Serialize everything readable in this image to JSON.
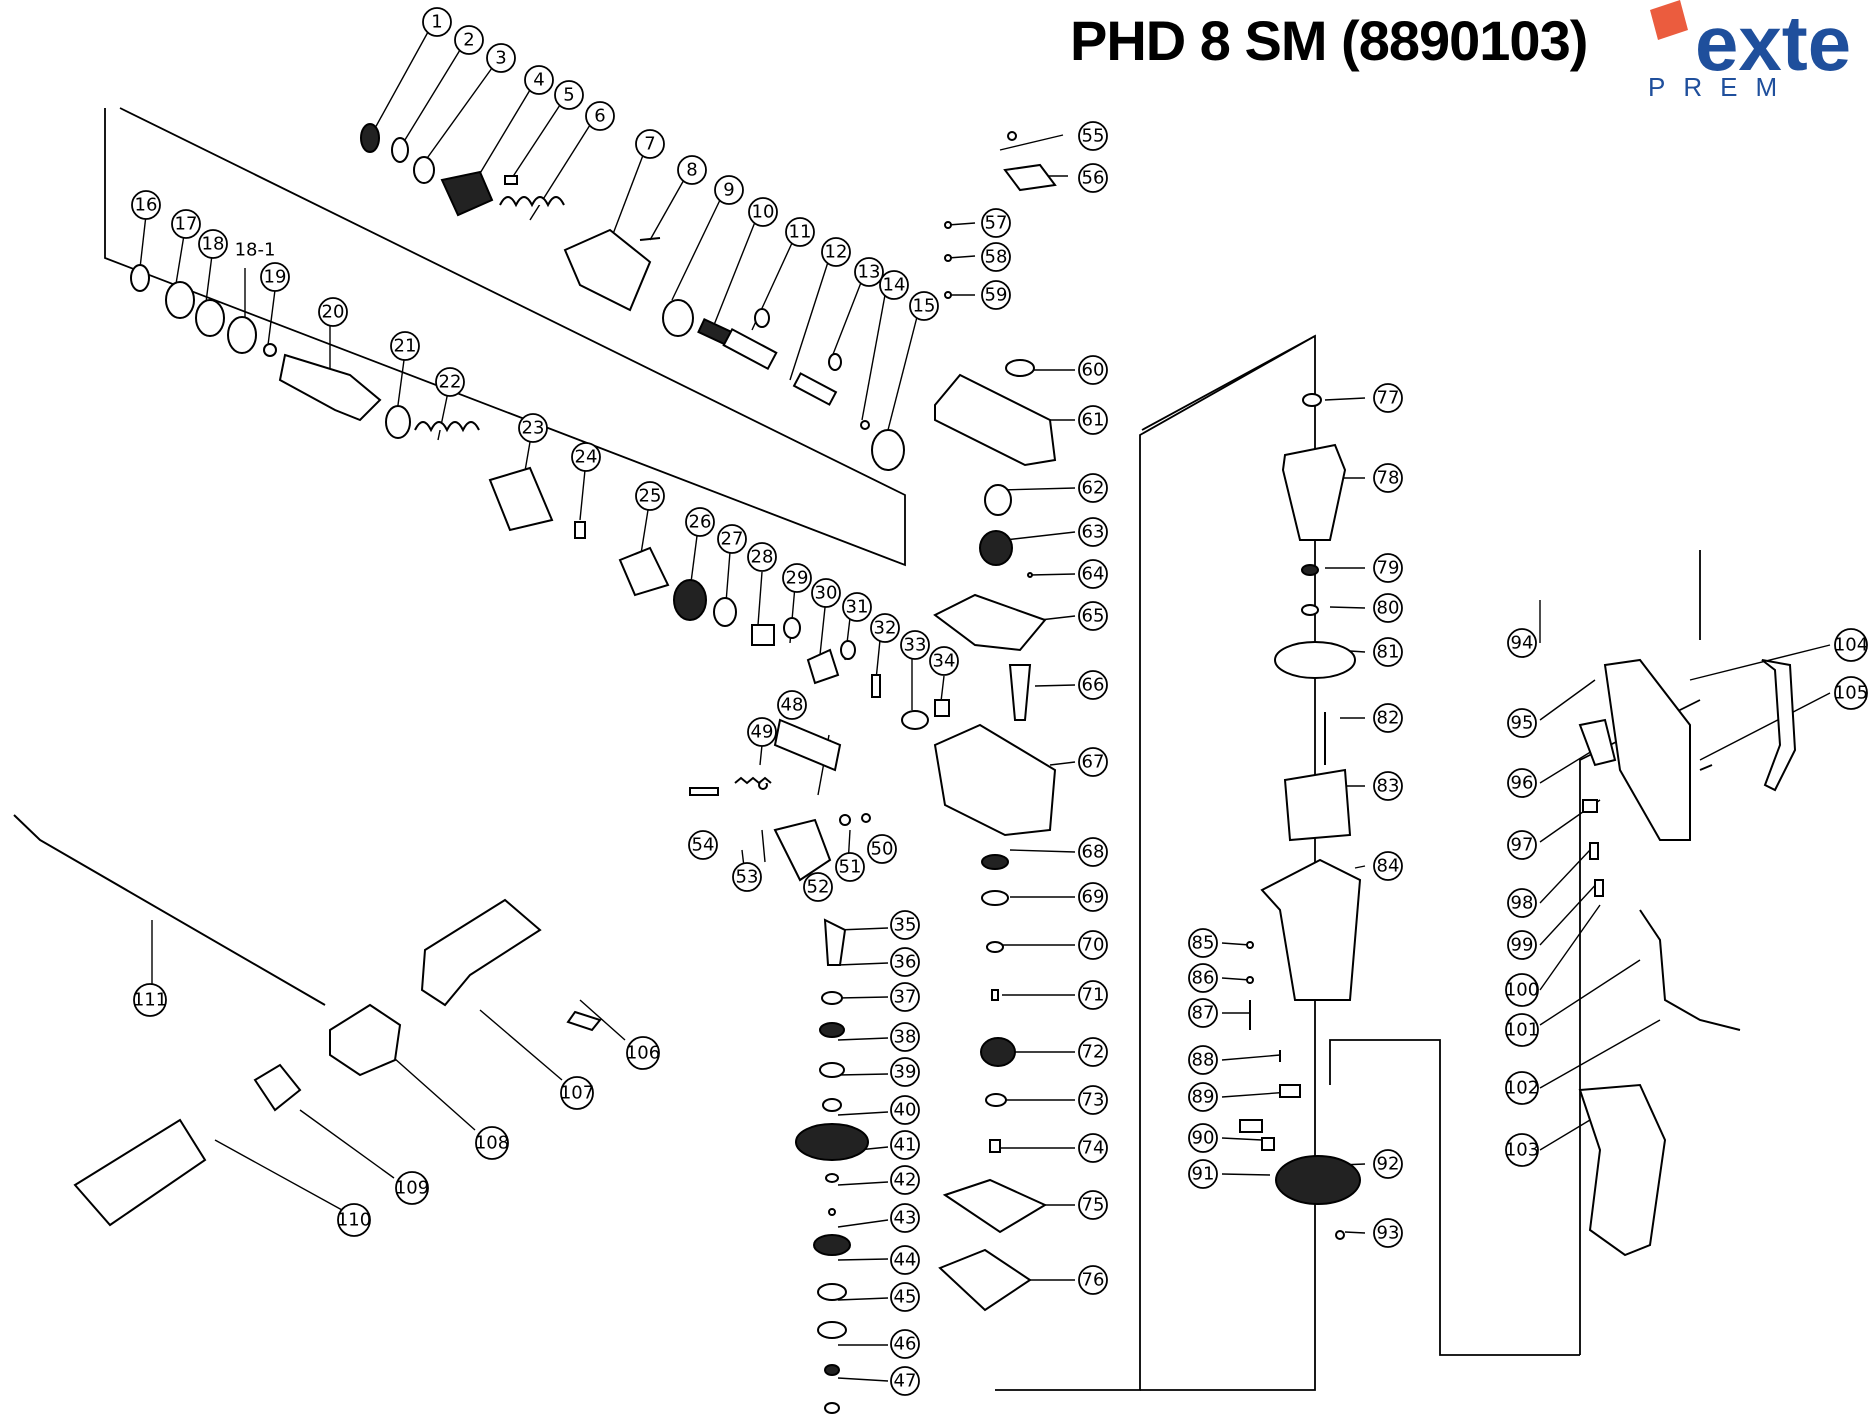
{
  "title": "PHD 8 SM (8890103)",
  "brand": {
    "logo_text": "exte",
    "tagline": "PREM",
    "accent": "#e8401c",
    "primary": "#1f4f9c"
  },
  "callouts": [
    {
      "id": "c1",
      "label": "1"
    },
    {
      "id": "c2",
      "label": "2"
    },
    {
      "id": "c3",
      "label": "3"
    },
    {
      "id": "c4",
      "label": "4"
    },
    {
      "id": "c5",
      "label": "5"
    },
    {
      "id": "c6",
      "label": "6"
    },
    {
      "id": "c7",
      "label": "7"
    },
    {
      "id": "c8",
      "label": "8"
    },
    {
      "id": "c9",
      "label": "9"
    },
    {
      "id": "c10",
      "label": "10"
    },
    {
      "id": "c11",
      "label": "11"
    },
    {
      "id": "c12",
      "label": "12"
    },
    {
      "id": "c13",
      "label": "13"
    },
    {
      "id": "c14",
      "label": "14"
    },
    {
      "id": "c15",
      "label": "15"
    },
    {
      "id": "c16",
      "label": "16"
    },
    {
      "id": "c17",
      "label": "17"
    },
    {
      "id": "c18",
      "label": "18"
    },
    {
      "id": "c18_1",
      "label": "18-1"
    },
    {
      "id": "c19",
      "label": "19"
    },
    {
      "id": "c20",
      "label": "20"
    },
    {
      "id": "c21",
      "label": "21"
    },
    {
      "id": "c22",
      "label": "22"
    },
    {
      "id": "c23",
      "label": "23"
    },
    {
      "id": "c24",
      "label": "24"
    },
    {
      "id": "c25",
      "label": "25"
    },
    {
      "id": "c26",
      "label": "26"
    },
    {
      "id": "c27",
      "label": "27"
    },
    {
      "id": "c28",
      "label": "28"
    },
    {
      "id": "c29",
      "label": "29"
    },
    {
      "id": "c30",
      "label": "30"
    },
    {
      "id": "c31",
      "label": "31"
    },
    {
      "id": "c32",
      "label": "32"
    },
    {
      "id": "c33",
      "label": "33"
    },
    {
      "id": "c34",
      "label": "34"
    },
    {
      "id": "c35",
      "label": "35"
    },
    {
      "id": "c36",
      "label": "36"
    },
    {
      "id": "c37",
      "label": "37"
    },
    {
      "id": "c38",
      "label": "38"
    },
    {
      "id": "c39",
      "label": "39"
    },
    {
      "id": "c40",
      "label": "40"
    },
    {
      "id": "c41",
      "label": "41"
    },
    {
      "id": "c42",
      "label": "42"
    },
    {
      "id": "c43",
      "label": "43"
    },
    {
      "id": "c44",
      "label": "44"
    },
    {
      "id": "c45",
      "label": "45"
    },
    {
      "id": "c46",
      "label": "46"
    },
    {
      "id": "c47",
      "label": "47"
    },
    {
      "id": "c48",
      "label": "48"
    },
    {
      "id": "c49",
      "label": "49"
    },
    {
      "id": "c50",
      "label": "50"
    },
    {
      "id": "c51",
      "label": "51"
    },
    {
      "id": "c52",
      "label": "52"
    },
    {
      "id": "c53",
      "label": "53"
    },
    {
      "id": "c54",
      "label": "54"
    },
    {
      "id": "c55",
      "label": "55"
    },
    {
      "id": "c56",
      "label": "56"
    },
    {
      "id": "c57",
      "label": "57"
    },
    {
      "id": "c58",
      "label": "58"
    },
    {
      "id": "c59",
      "label": "59"
    },
    {
      "id": "c60",
      "label": "60"
    },
    {
      "id": "c61",
      "label": "61"
    },
    {
      "id": "c62",
      "label": "62"
    },
    {
      "id": "c63",
      "label": "63"
    },
    {
      "id": "c64",
      "label": "64"
    },
    {
      "id": "c65",
      "label": "65"
    },
    {
      "id": "c66",
      "label": "66"
    },
    {
      "id": "c67",
      "label": "67"
    },
    {
      "id": "c68",
      "label": "68"
    },
    {
      "id": "c69",
      "label": "69"
    },
    {
      "id": "c70",
      "label": "70"
    },
    {
      "id": "c71",
      "label": "71"
    },
    {
      "id": "c72",
      "label": "72"
    },
    {
      "id": "c73",
      "label": "73"
    },
    {
      "id": "c74",
      "label": "74"
    },
    {
      "id": "c75",
      "label": "75"
    },
    {
      "id": "c76",
      "label": "76"
    },
    {
      "id": "c77",
      "label": "77"
    },
    {
      "id": "c78",
      "label": "78"
    },
    {
      "id": "c79",
      "label": "79"
    },
    {
      "id": "c80",
      "label": "80"
    },
    {
      "id": "c81",
      "label": "81"
    },
    {
      "id": "c82",
      "label": "82"
    },
    {
      "id": "c83",
      "label": "83"
    },
    {
      "id": "c84",
      "label": "84"
    },
    {
      "id": "c85",
      "label": "85"
    },
    {
      "id": "c86",
      "label": "86"
    },
    {
      "id": "c87",
      "label": "87"
    },
    {
      "id": "c88",
      "label": "88"
    },
    {
      "id": "c89",
      "label": "89"
    },
    {
      "id": "c90",
      "label": "90"
    },
    {
      "id": "c91",
      "label": "91"
    },
    {
      "id": "c92",
      "label": "92"
    },
    {
      "id": "c93",
      "label": "93"
    },
    {
      "id": "c94",
      "label": "94"
    },
    {
      "id": "c95",
      "label": "95"
    },
    {
      "id": "c96",
      "label": "96"
    },
    {
      "id": "c97",
      "label": "97"
    },
    {
      "id": "c98",
      "label": "98"
    },
    {
      "id": "c99",
      "label": "99"
    },
    {
      "id": "c100",
      "label": "100"
    },
    {
      "id": "c101",
      "label": "101"
    },
    {
      "id": "c102",
      "label": "102"
    },
    {
      "id": "c103",
      "label": "103"
    },
    {
      "id": "c104",
      "label": "104"
    },
    {
      "id": "c105",
      "label": "105"
    },
    {
      "id": "c106",
      "label": "106"
    },
    {
      "id": "c107",
      "label": "107"
    },
    {
      "id": "c108",
      "label": "108"
    },
    {
      "id": "c109",
      "label": "109"
    },
    {
      "id": "c110",
      "label": "110"
    },
    {
      "id": "c111",
      "label": "111"
    }
  ]
}
